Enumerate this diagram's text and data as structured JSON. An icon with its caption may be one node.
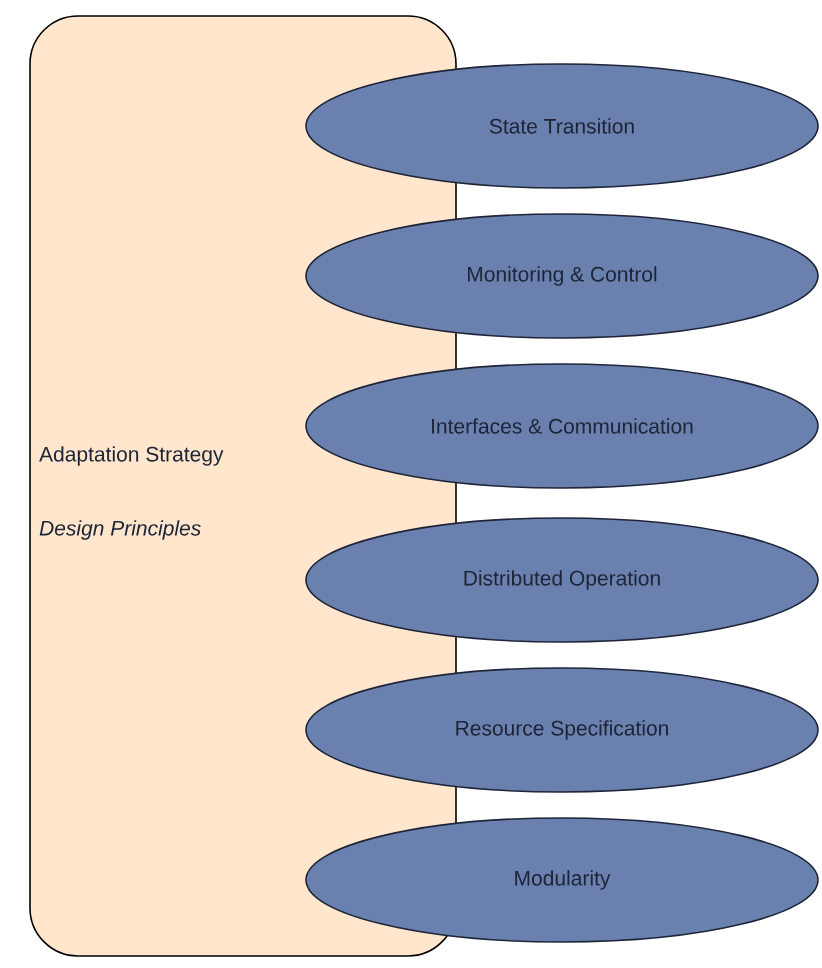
{
  "diagram": {
    "nodes": [
      {
        "text": [
          "Adaptation Strategy",
          "Design Principles"
        ]
      },
      {
        "text": [
          "State Transition"
        ]
      },
      {
        "text": [
          "Monitoring & Control"
        ]
      },
      {
        "text": [
          "Interfaces & Communication"
        ]
      },
      {
        "text": [
          "Distributed Operation"
        ]
      },
      {
        "text": [
          "Resource Specification"
        ]
      },
      {
        "text": [
          "Modularity"
        ]
      }
    ]
  }
}
